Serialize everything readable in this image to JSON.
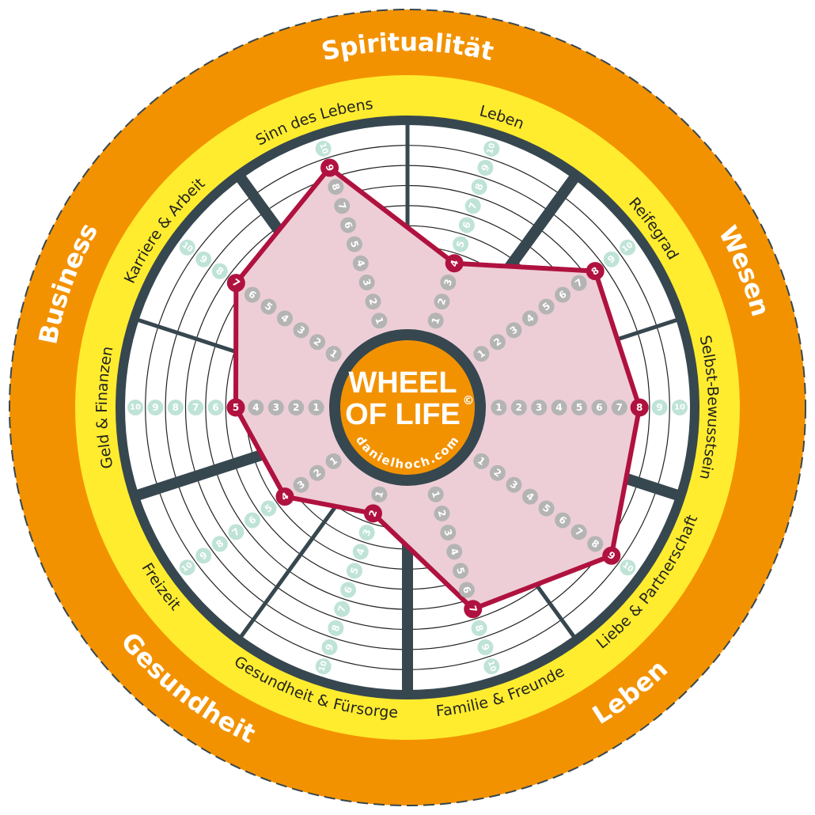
{
  "chart_data": {
    "type": "radar",
    "title": "WHEEL OF LIFE",
    "title_lines": [
      "WHEEL",
      "OF LIFE"
    ],
    "copyright": "©",
    "website": "danielhoch.com",
    "scale": [
      1,
      10
    ],
    "categories": [
      "Leben",
      "Reifegrad",
      "Selbst-Bewusstsein",
      "Liebe & Partnerschaft",
      "Familie & Freunde",
      "Gesundheit & Fürsorge",
      "Freizeit",
      "Geld & Finanzen",
      "Karriere & Arbeit",
      "Sinn des Lebens"
    ],
    "values": [
      4,
      8,
      8,
      9,
      7,
      2,
      4,
      5,
      7,
      9
    ],
    "groups": [
      "Spiritualität",
      "Wesen",
      "Leben",
      "Gesundheit",
      "Business"
    ],
    "colors": {
      "orange": "#F39200",
      "yellow": "#FFEC2E",
      "dark": "#37474F",
      "line": "#B0123F",
      "fill": "#EDCED7",
      "badge_in": "#B4B4B4",
      "badge_out": "#BFE3D7"
    }
  }
}
